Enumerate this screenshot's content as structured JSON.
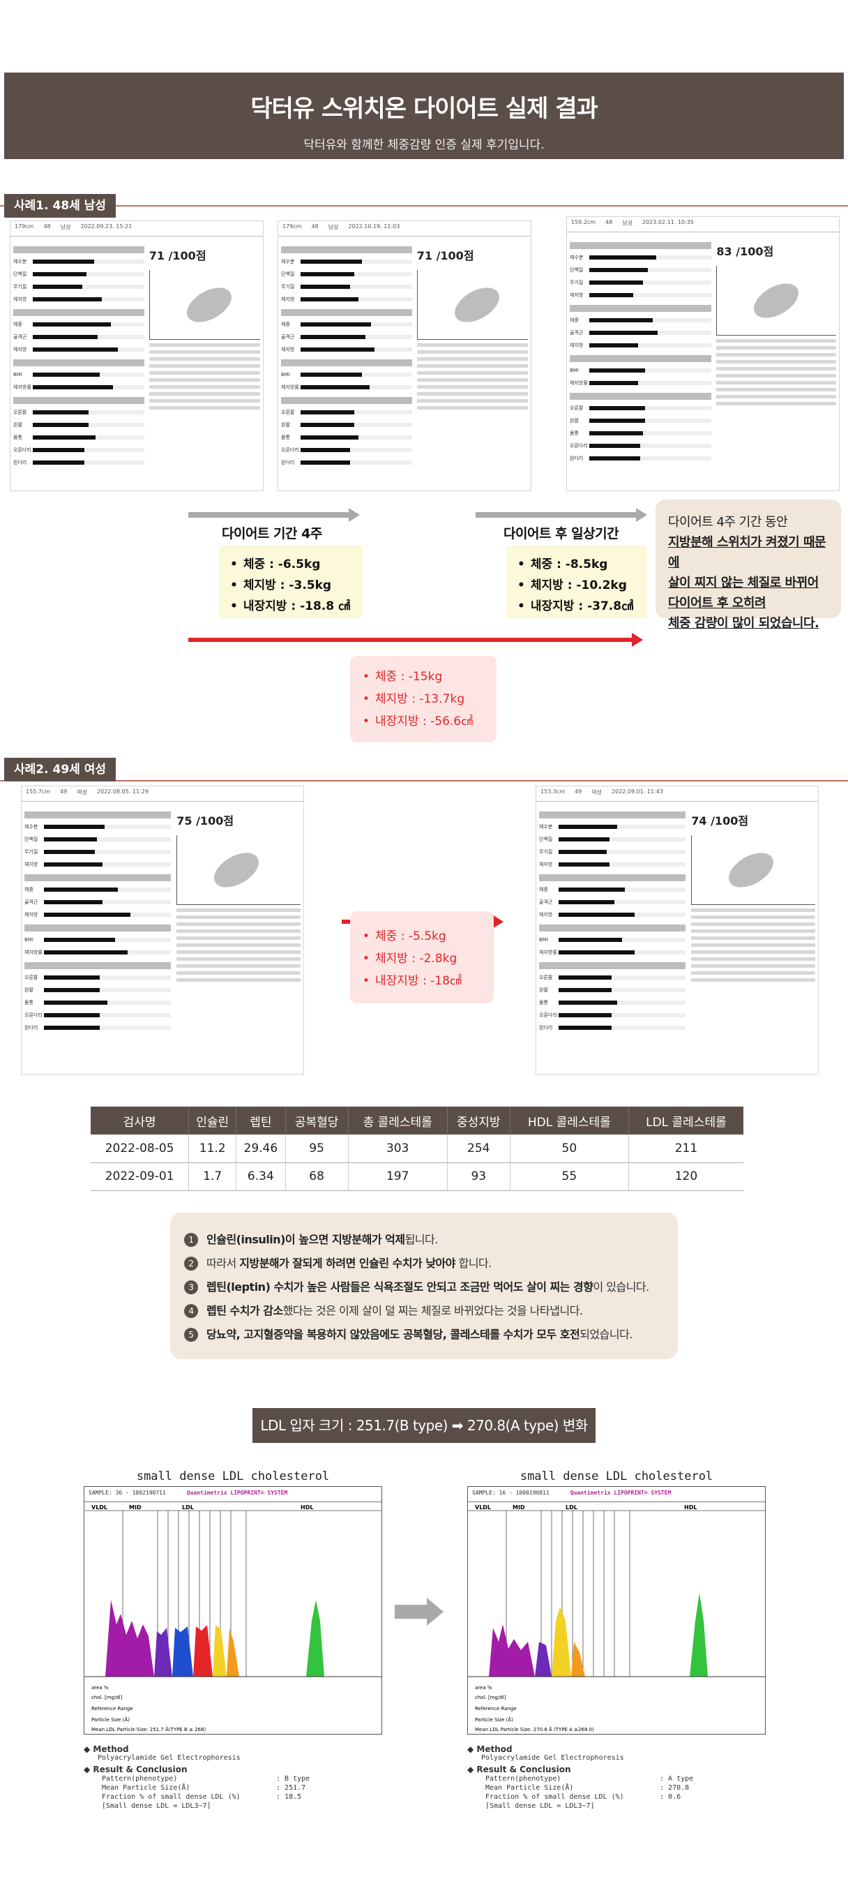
{
  "header": {
    "title": "닥터유 스위치온 다이어트 실제 결과",
    "subtitle": "닥터유와 함께한 체중감량 인증 실제 후기입니다."
  },
  "case1": {
    "tag": "사례1. 48세 남성",
    "reports": [
      {
        "scores": "71",
        "height": "179cm",
        "age": "48",
        "gender": "남성",
        "date": "2022.09.23. 15:21"
      },
      {
        "scores": "71",
        "height": "179cm",
        "age": "48",
        "gender": "남성",
        "date": "2022.10.19. 11:03"
      },
      {
        "scores": "83",
        "height": "159.2cm",
        "age": "48",
        "gender": "남성",
        "date": "2023.02.11. 10:35"
      }
    ],
    "period1_label": "다이어트 기간 4주",
    "period1_items": [
      "체중 : -6.5kg",
      "체지방 : -3.5kg",
      "내장지방 : -18.8 ㎠"
    ],
    "period2_label": "다이어트 후 일상기간",
    "period2_items": [
      "체중 : -8.5kg",
      "체지방 : -10.2kg",
      "내장지방 : -37.8㎠"
    ],
    "note": {
      "line1": "다이어트 4주 기간 동안",
      "line2": "지방분해 스위치가 켜졌기 때문에",
      "line3": "살이 찌지 않는 체질로 바뀌어",
      "line4": "다이어트 후 오히려",
      "line5": "체중 감량이 많이 되었습니다."
    },
    "total_items": [
      "체중 : -15kg",
      "체지방 : -13.7kg",
      "내장지방 : -56.6㎠"
    ]
  },
  "case2": {
    "tag": "사례2. 49세 여성",
    "reports": [
      {
        "scores": "75",
        "height": "155.7cm",
        "age": "49",
        "gender": "여성",
        "date": "2022.08.05. 11:29"
      },
      {
        "scores": "74",
        "height": "153.3cm",
        "age": "49",
        "gender": "여성",
        "date": "2022.09.01. 11:43"
      }
    ],
    "result_items": [
      "체중 : -5.5kg",
      "체지방 : -2.8kg",
      "내장지방 : -18㎠"
    ]
  },
  "lab_table": {
    "headers": [
      "검사명",
      "인슐린",
      "렙틴",
      "공복혈당",
      "총 콜레스테롤",
      "중성지방",
      "HDL 콜레스테롤",
      "LDL 콜레스테롤"
    ],
    "rows": [
      [
        "2022-08-05",
        "11.2",
        "29.46",
        "95",
        "303",
        "254",
        "50",
        "211"
      ],
      [
        "2022-09-01",
        "1.7",
        "6.34",
        "68",
        "197",
        "93",
        "55",
        "120"
      ]
    ]
  },
  "points": [
    {
      "num": "1",
      "pre": "",
      "bold": "인슐린(insulin)이 높으면 지방분해가 억제",
      "post": "됩니다."
    },
    {
      "num": "2",
      "pre": "따라서 ",
      "bold": "지방분해가 잘되게 하려면 인슐린 수치가 낮아야",
      "post": " 합니다."
    },
    {
      "num": "3",
      "pre": "",
      "bold": "렙틴(leptin) 수치가 높은 사람들은 식욕조절도 안되고 조금만 먹어도 살이 찌는 경향",
      "post": "이 있습니다."
    },
    {
      "num": "4",
      "pre": "",
      "bold": "렙틴 수치가 감소",
      "post": "했다는 것은 이제 살이 덜 찌는 체질로 바뀌었다는 것을 나타냅니다."
    },
    {
      "num": "5",
      "pre": "",
      "bold": "당뇨약, 고지혈증약을 복용하지 않았음에도 공복혈당, 콜레스테롤 수치가 모두 호전",
      "post": "되었습니다."
    }
  ],
  "ldl": {
    "title": "LDL 입자 크기 : 251.7(B type) ➡ 270.8(A type) 변화",
    "caption": "small dense LDL cholesterol",
    "brand": "Quantimetrix LIPOPRINT® SYSTEM",
    "before": {
      "sample": "SAMPLE:  36 - 1002190711",
      "pattern": "B type",
      "size": "251.7",
      "fraction": "18.5"
    },
    "after": {
      "sample": "SAMPLE:  16 - 1000190811",
      "pattern": "A type",
      "size": "270.8",
      "fraction": "0.6"
    },
    "method_label": "Method",
    "method_value": "Polyacrylamide Gel Electrophoresis",
    "result_label": "Result & Conclusion",
    "k_pattern": "Pattern(phenotype)",
    "k_size": "Mean Particle Size(Å)",
    "k_fraction": "Fraction % of small dense LDL (%)",
    "k_small": "[Small dense LDL = LDL3~7]"
  }
}
